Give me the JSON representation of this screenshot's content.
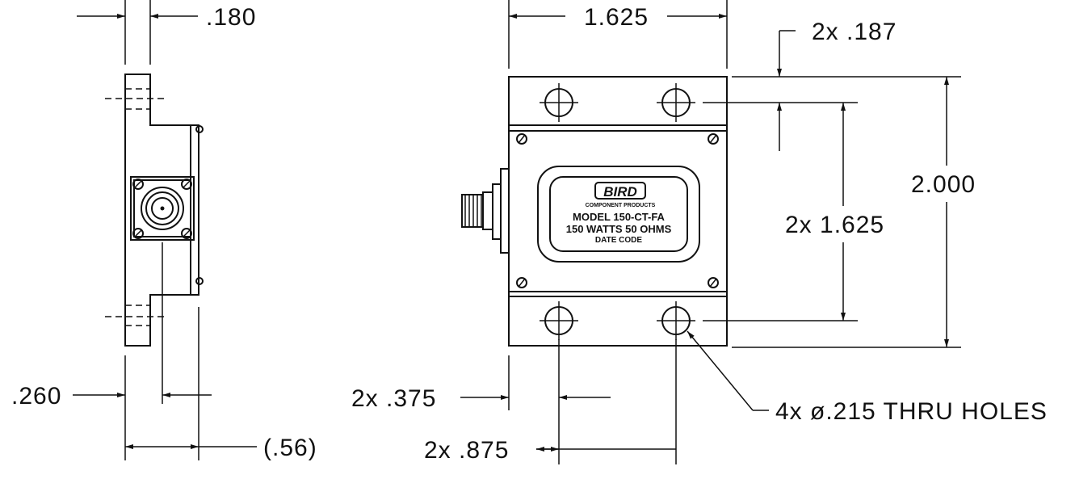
{
  "dimensions": {
    "side_thickness": ".180",
    "side_offset": ".260",
    "side_depth": "(.56)",
    "top_width": "1.625",
    "edge_to_hole": "2x  .187",
    "height": "2.000",
    "hole_pitch_vertical": "2x  1.625",
    "hole_edge_horizontal": "2x  .375",
    "hole_pitch_horizontal": "2x  .875",
    "hole_callout": "4x  ø.215  THRU  HOLES"
  },
  "label": {
    "brand": "BIRD",
    "tagline": "COMPONENT PRODUCTS",
    "model": "MODEL 150-CT-FA",
    "rating": "150 WATTS  50 OHMS",
    "date_code": "DATE CODE"
  }
}
